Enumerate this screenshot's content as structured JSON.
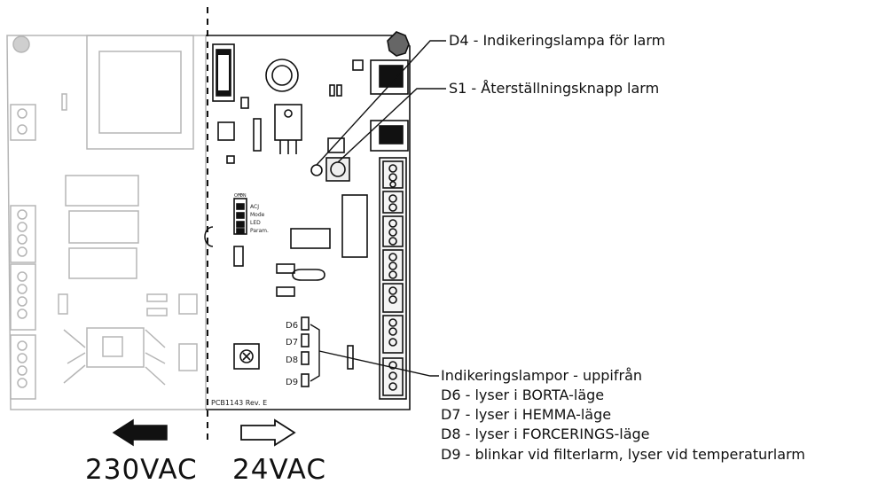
{
  "callouts": {
    "d4": "D4 - Indikeringslampa för larm",
    "s1": "S1 - Återställningsknapp larm",
    "indicators_title": "Indikeringslampor - uppifrån",
    "d6": "D6 - lyser i BORTA-läge",
    "d7": "D7 - lyser i HEMMA-läge",
    "d8": "D8 - lyser i FORCERINGS-läge",
    "d9": "D9 - blinkar vid filterlarm, lyser vid temperaturlarm"
  },
  "voltage": {
    "left": "230VAC",
    "right": "24VAC"
  },
  "board": {
    "revision": "PCB1143 Rev. E",
    "led_labels": [
      "D6",
      "D7",
      "D8",
      "D9"
    ],
    "dip_header": [
      "OFF",
      "ON"
    ],
    "dip_labels": [
      "ACJ",
      "Mode",
      "LED",
      "Param."
    ]
  }
}
